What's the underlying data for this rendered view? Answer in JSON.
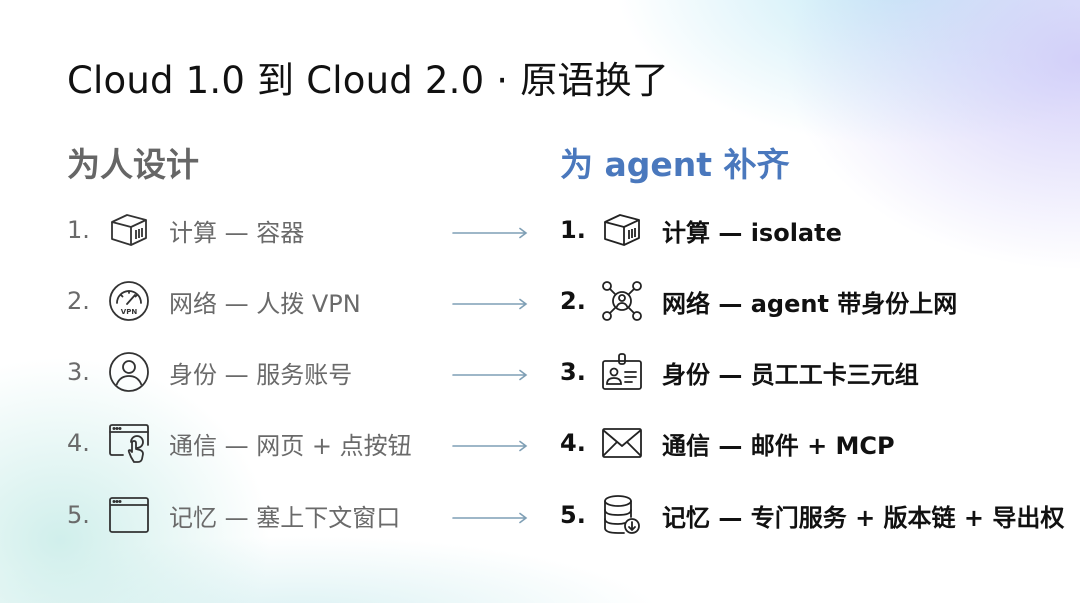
{
  "title": "Cloud 1.0 到 Cloud 2.0 · 原语换了",
  "left_column": {
    "heading": "为人设计",
    "items": [
      {
        "num": "1.",
        "icon": "container-icon",
        "text": "计算 — 容器"
      },
      {
        "num": "2.",
        "icon": "vpn-gauge-icon",
        "text": "网络 — 人拨 VPN"
      },
      {
        "num": "3.",
        "icon": "user-circle-icon",
        "text": "身份 — 服务账号"
      },
      {
        "num": "4.",
        "icon": "browser-click-icon",
        "text": "通信 — 网页 + 点按钮"
      },
      {
        "num": "5.",
        "icon": "browser-window-icon",
        "text": "记忆 — 塞上下文窗口"
      }
    ]
  },
  "right_column": {
    "heading": "为 agent 补齐",
    "items": [
      {
        "num": "1.",
        "icon": "container-icon",
        "text": "计算 — isolate"
      },
      {
        "num": "2.",
        "icon": "network-identity-icon",
        "text": "网络 — agent 带身份上网"
      },
      {
        "num": "3.",
        "icon": "id-badge-icon",
        "text": "身份 — 员工工卡三元组"
      },
      {
        "num": "4.",
        "icon": "envelope-icon",
        "text": "通信 — 邮件 + MCP"
      },
      {
        "num": "5.",
        "icon": "database-download-icon",
        "text": "记忆 — 专门服务 + 版本链 + 导出权"
      }
    ]
  },
  "arrows": {
    "count": 5,
    "color": "#7f9fb5",
    "icon": "arrow-right-icon"
  },
  "colors": {
    "title": "#111111",
    "left_heading": "#666666",
    "right_heading": "#4a78bd",
    "left_text": "#6a6a6a",
    "right_text": "#111111"
  },
  "icon_labels": {
    "vpn_text": "VPN"
  }
}
